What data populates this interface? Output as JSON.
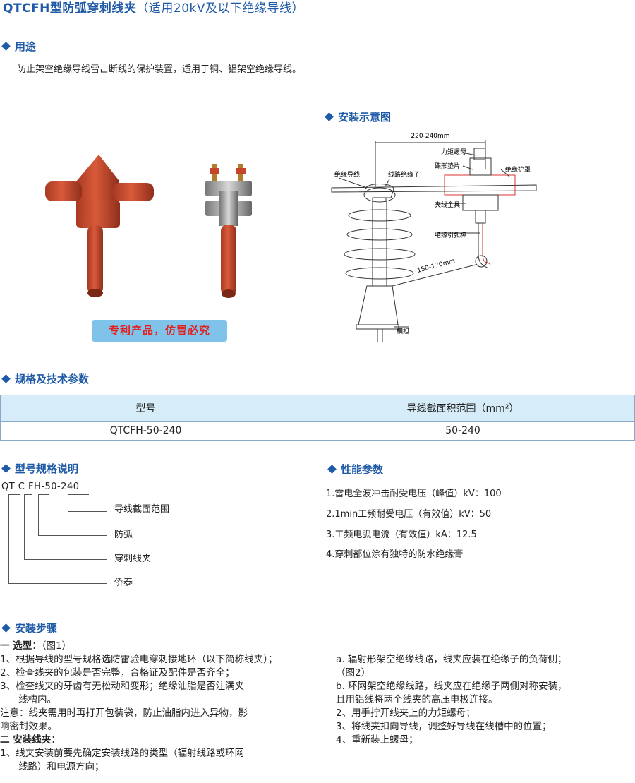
{
  "header": {
    "title": "QTCFH型防弧穿刺线夹",
    "subtitle": "（适用20kV及以下绝缘导线）"
  },
  "usage": {
    "heading": "用途",
    "text": "防止架空绝缘导线雷击断线的保护装置，适用于铜、铝架空绝缘导线。"
  },
  "install_diagram": {
    "heading": "安装示意图",
    "labels": {
      "span_top": "220-240mm",
      "torque_nut": "力矩螺母",
      "disc_pad": "碟形垫片",
      "cover": "绝缘护罩",
      "conductor": "绝缘导线",
      "insulator": "线路绝缘子",
      "fitting": "夹线金具",
      "arc_rod": "绝缘引弧棒",
      "span_bottom": "150-170mm",
      "crossarm": "横担"
    }
  },
  "patent_badge": "专利产品，仿冒必究",
  "specs": {
    "heading": "规格及技术参数",
    "columns": [
      "型号",
      "导线截面积范围（mm²）"
    ],
    "rows": [
      [
        "QTCFH-50-240",
        "50-240"
      ]
    ]
  },
  "model_explain": {
    "heading": "型号规格说明",
    "code": "QT C FH-50-240",
    "items": [
      "导线截面范围",
      "防弧",
      "穿刺线夹",
      "侨泰"
    ]
  },
  "performance": {
    "heading": "性能参数",
    "items": [
      "1.雷电全波冲击耐受电压（峰值）kV：100",
      "2.1min工频耐受电压（有效值）kV：50",
      "3.工频电弧电流（有效值）kA：12.5",
      "4.穿刺部位涂有独特的防水绝缘膏"
    ]
  },
  "install_steps": {
    "heading": "安装步骤",
    "left": [
      {
        "bold": "一 选型",
        "text": "：（图1）"
      },
      {
        "bold": "",
        "text": "1、根据导线的型号规格选防雷验电穿刺接地环（以下简称线夹）；"
      },
      {
        "bold": "",
        "text": "2、检查线夹的包装是否完整，合格证及配件是否齐全；"
      },
      {
        "bold": "",
        "text": "3、检查线夹的牙齿有无松动和变形；绝缘油脂是否注满夹"
      },
      {
        "bold": "",
        "text": "   线槽内。"
      },
      {
        "bold": "",
        "text": "注意：线夹需用时再打开包装袋，防止油脂内进入异物，影"
      },
      {
        "bold": "",
        "text": "响密封效果。"
      },
      {
        "bold": "二 安装线夹",
        "text": "："
      },
      {
        "bold": "",
        "text": "1、线夹安装前要先确定安装线路的类型（辐射线路或环网"
      },
      {
        "bold": "",
        "text": "   线路）和电源方向；"
      }
    ],
    "right": [
      "a. 辐射形架空绝缘线路，线夹应装在绝缘子的负荷侧；",
      "   （图2）",
      "b. 环网架空绝缘线路，线夹应在绝缘子两侧对称安装，",
      "   且用铝线将两个线夹的高压电极连接。",
      "2、用手拧开线夹上的力矩螺母；",
      "3、将线夹扣向导线，调整好导线在线槽中的位置；",
      "4、重新装上螺母；"
    ]
  },
  "colors": {
    "accent": "#1f5aa6",
    "product_red": "#c4452a",
    "badge_bg": "#7fc3ea",
    "badge_text": "#e12222",
    "table_header": "#d6ecf8"
  }
}
